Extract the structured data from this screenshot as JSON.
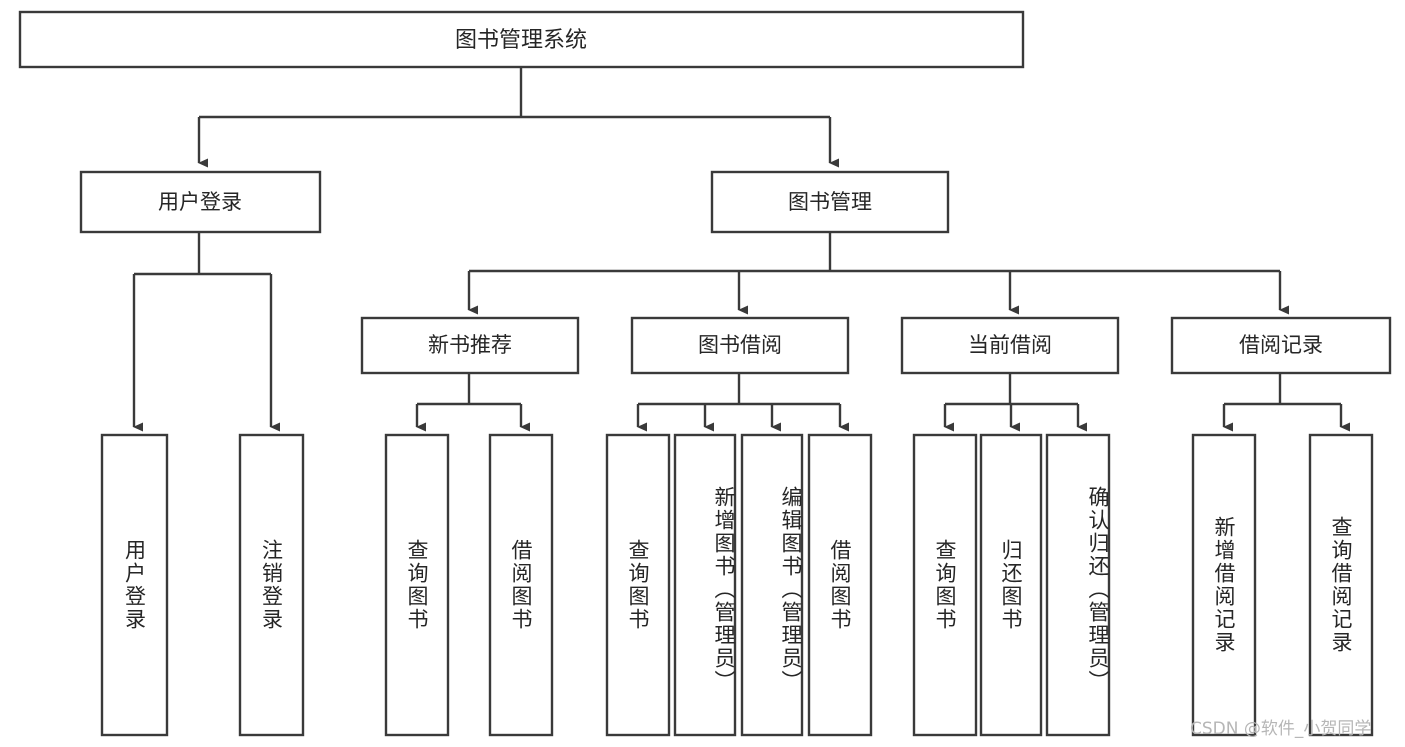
{
  "diagram": {
    "type": "tree",
    "title": "图书管理系统",
    "watermark": "CSDN @软件_小贺同学",
    "colors": {
      "stroke": "#3a3a3a",
      "fill": "#ffffff",
      "text": "#262626",
      "watermark": "#b6b6b6"
    },
    "levels": {
      "root": {
        "label": "图书管理系统"
      },
      "level2": [
        {
          "id": "user-login",
          "label": "用户登录"
        },
        {
          "id": "book-manage",
          "label": "图书管理"
        }
      ],
      "level3": [
        {
          "id": "new-book-recommend",
          "label": "新书推荐",
          "parent": "book-manage"
        },
        {
          "id": "book-borrow",
          "label": "图书借阅",
          "parent": "book-manage"
        },
        {
          "id": "current-borrow",
          "label": "当前借阅",
          "parent": "book-manage"
        },
        {
          "id": "borrow-record",
          "label": "借阅记录",
          "parent": "book-manage"
        }
      ],
      "leaves": [
        {
          "id": "leaf-user-login",
          "label": "用户登录",
          "parent": "user-login"
        },
        {
          "id": "leaf-logout",
          "label": "注销登录",
          "parent": "user-login"
        },
        {
          "id": "leaf-query-book-1",
          "label": "查询图书",
          "parent": "new-book-recommend"
        },
        {
          "id": "leaf-borrow-book-1",
          "label": "借阅图书",
          "parent": "new-book-recommend"
        },
        {
          "id": "leaf-query-book-2",
          "label": "查询图书",
          "parent": "book-borrow"
        },
        {
          "id": "leaf-add-book",
          "label": "新增图书（管理员）",
          "parent": "book-borrow"
        },
        {
          "id": "leaf-edit-book",
          "label": "编辑图书（管理员）",
          "parent": "book-borrow"
        },
        {
          "id": "leaf-borrow-book-2",
          "label": "借阅图书",
          "parent": "book-borrow"
        },
        {
          "id": "leaf-query-book-3",
          "label": "查询图书",
          "parent": "current-borrow"
        },
        {
          "id": "leaf-return-book",
          "label": "归还图书",
          "parent": "current-borrow"
        },
        {
          "id": "leaf-confirm-return",
          "label": "确认归还（管理员）",
          "parent": "current-borrow"
        },
        {
          "id": "leaf-add-record",
          "label": "新增借阅记录",
          "parent": "borrow-record"
        },
        {
          "id": "leaf-query-record",
          "label": "查询借阅记录",
          "parent": "borrow-record"
        }
      ]
    }
  }
}
